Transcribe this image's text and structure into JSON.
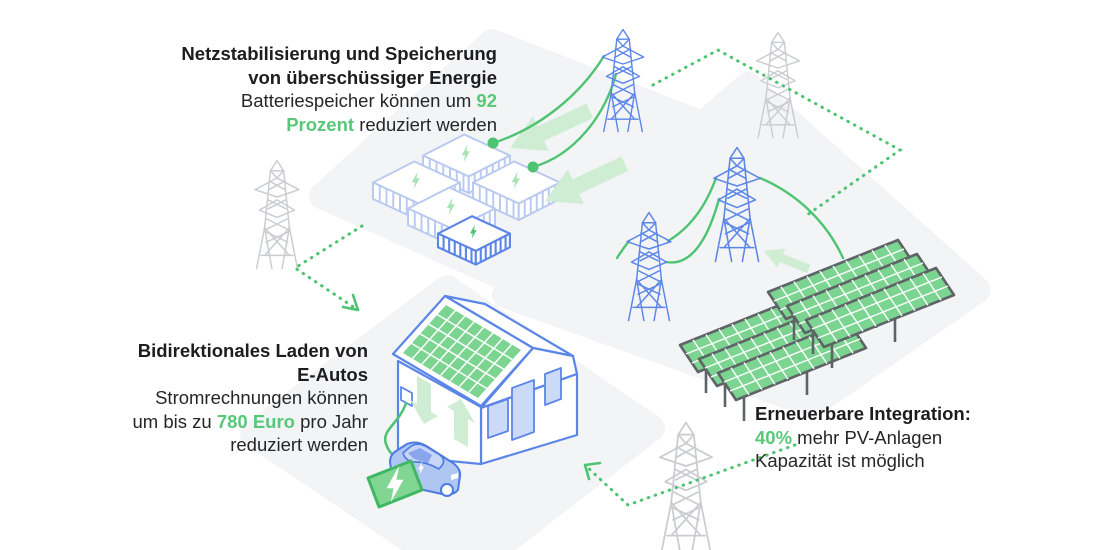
{
  "callouts": {
    "storage": {
      "title": [
        "Netzstabilisierung und Speicherung",
        "von überschüssiger Energie"
      ],
      "body_l1_text": "Batteriespeicher können um ",
      "body_l1_highlight": "92",
      "body_l2_highlight": "Prozent",
      "body_l2_text": " reduziert werden"
    },
    "ev": {
      "title": [
        "Bidirektionales Laden von",
        "E-Autos"
      ],
      "body_l1": "Stromrechnungen können",
      "body_l2_pre": "um bis zu ",
      "body_l2_highlight": "780 Euro",
      "body_l2_post": " pro Jahr",
      "body_l3": "reduziert werden"
    },
    "renewable": {
      "title": "Erneuerbare Integration:",
      "body_l1_highlight": "40%",
      "body_l1_post": " mehr PV-Anlagen",
      "body_l2": "Kapazität ist möglich"
    }
  },
  "colors": {
    "highlight_green": "#57C878",
    "line_green": "#4EC472",
    "pale_green": "#CFEDD3",
    "panel_green": "#7CD491",
    "panel_frame": "#5E6367",
    "blue": "#5B86E8",
    "light_blue": "#B9CAF1",
    "window_blue": "#CBDAF8",
    "car_blue": "#AFC6F2",
    "pylon_gray": "#C9CCD0",
    "platform_gray": "#F3F4F6",
    "text_dark": "#262626"
  }
}
